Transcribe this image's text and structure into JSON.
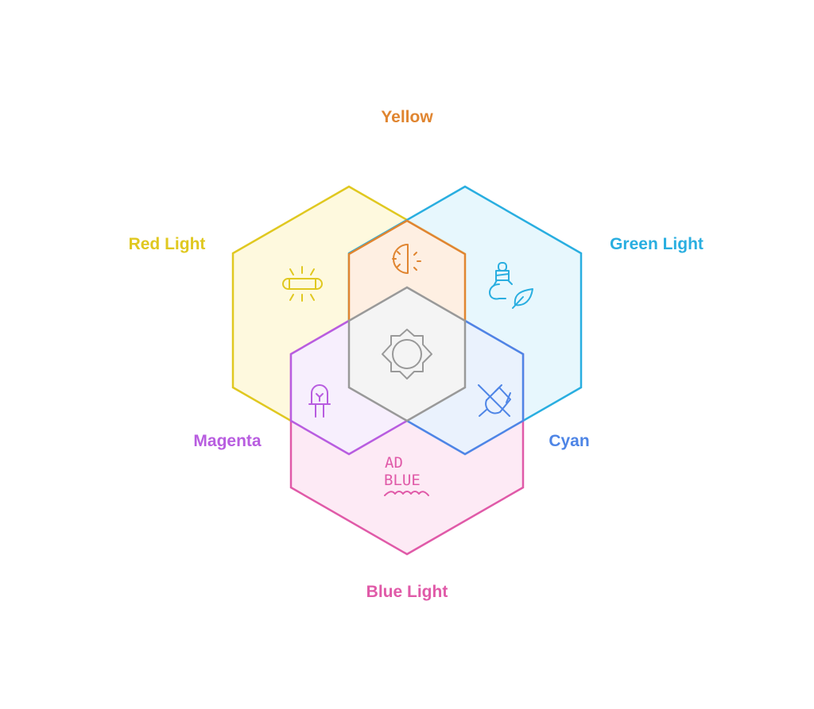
{
  "labels": {
    "yellow": "Yellow",
    "red_light": "Red Light",
    "green_light": "Green Light",
    "magenta": "Magenta",
    "cyan": "Cyan",
    "blue_light": "Blue Light"
  },
  "icon_text": {
    "line1": "AD",
    "line2": "BLUE"
  },
  "colors": {
    "yellow": "#e08530",
    "red_light": "#e0c820",
    "green_light": "#29aee0",
    "magenta": "#b85de0",
    "cyan": "#4e85e6",
    "blue_light": "#e05aa8",
    "center": "#999999"
  },
  "icons": {
    "red_light": "light-bar-icon",
    "yellow": "half-sun-icon",
    "green_light": "eco-bulb-icon",
    "center": "sun-badge-icon",
    "magenta": "led-icon",
    "cyan": "unplugged-icon",
    "blue_light": "adblue-icon"
  }
}
